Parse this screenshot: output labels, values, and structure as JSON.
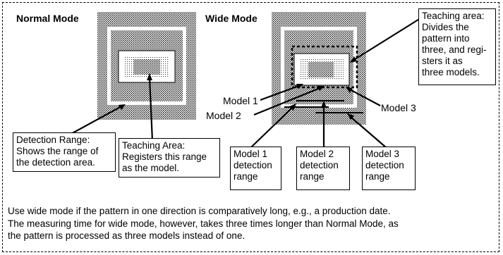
{
  "normal_mode": {
    "title": "Normal Mode",
    "detection_range_callout": [
      "Detection Range:",
      "Shows the range of",
      "the detection area."
    ],
    "teaching_area_callout": [
      "Teaching Area:",
      "Registers this range",
      "as the model."
    ]
  },
  "wide_mode": {
    "title": "Wide Mode",
    "teaching_area_callout": [
      "Teaching area:",
      "Divides the",
      "pattern into",
      "three, and regi-",
      "sters it as",
      "three models."
    ],
    "model_labels": [
      "Model 1",
      "Model 2",
      "Model 3"
    ],
    "detection_callouts": [
      [
        "Model 1",
        "detection",
        "range"
      ],
      [
        "Model 2",
        "detection",
        "range"
      ],
      [
        "Model 3",
        "detection",
        "range"
      ]
    ]
  },
  "footer": [
    "Use wide mode if the pattern in one direction is comparatively long, e.g., a production date.",
    "The measuring time for wide mode, however, takes three times longer than Normal Mode, as",
    "the pattern is processed as three models instead of one."
  ]
}
